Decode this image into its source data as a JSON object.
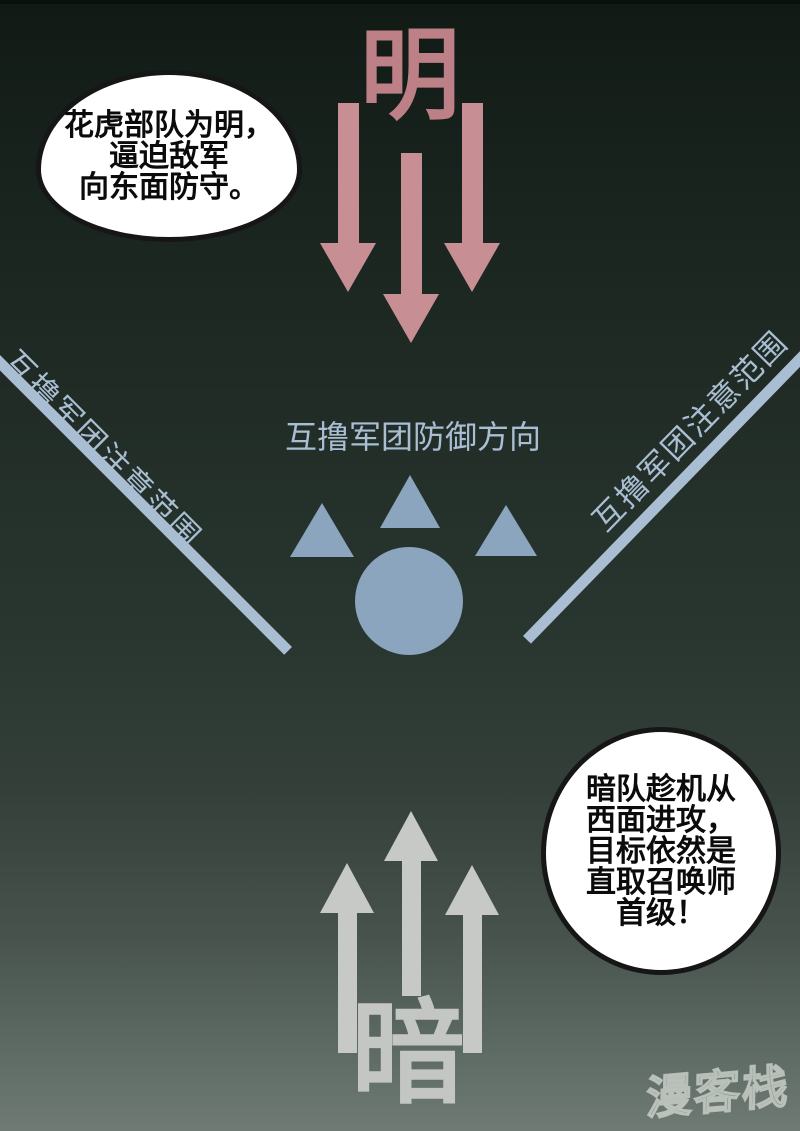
{
  "colors": {
    "bg_top": "#111a15",
    "bg_bottom": "#6e7a73",
    "ming_red": "#bc8086",
    "arrow_pink": "#c78f94",
    "shape_blue": "#8ba5bf",
    "accent_blue": "#a9bed3",
    "arrow_gray": "#c6c9c6",
    "an_gray": "#c3c6c3",
    "bubble_bg": "#ffffff",
    "bubble_border": "#161616"
  },
  "top_section": {
    "side_label": "明",
    "bubble_lines": [
      "花虎部队为明，",
      "逼迫敌军",
      "向东面防守。"
    ]
  },
  "center_section": {
    "defense_direction_label": "互撸军团防御方向",
    "left_attention_label": "互撸军团注意范围",
    "right_attention_label": "互撸军团注意范围"
  },
  "bottom_section": {
    "side_label": "暗",
    "bubble_lines": [
      "暗队趁机从",
      "西面进攻，",
      "目标依然是",
      "直取召唤师",
      "首级！"
    ]
  },
  "watermark": "漫客栈"
}
